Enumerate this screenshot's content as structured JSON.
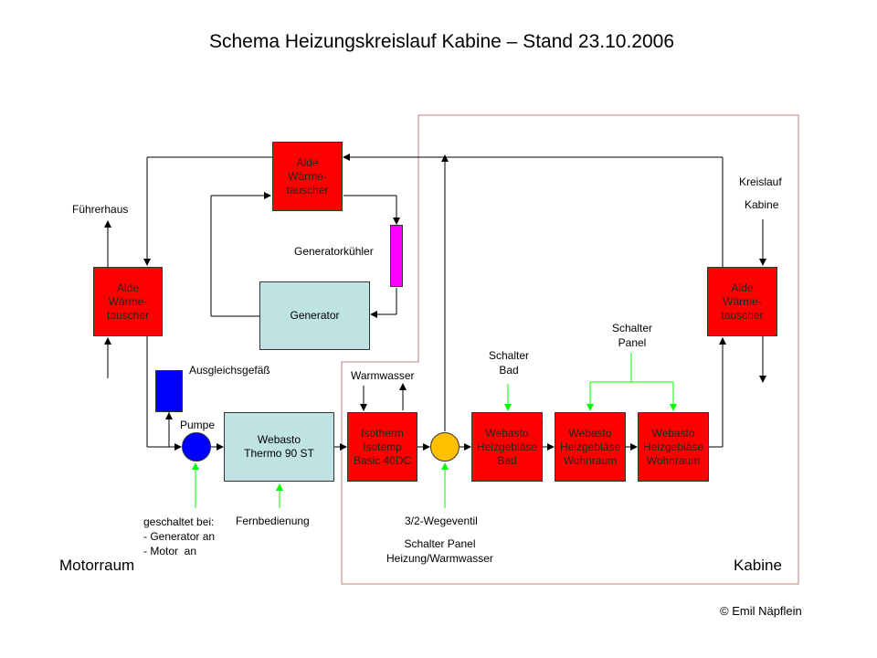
{
  "title": "Schema Heizungskreislauf Kabine – Stand 23.10.2006",
  "colors": {
    "heat_exchanger": "#ff0000",
    "webasto_thermo": "#bfe3e3",
    "generator": "#bfe3e3",
    "generator_cooler": "#ff00ff",
    "expansion_tank": "#0000ff",
    "pump": "#0000ff",
    "valve": "#ffc000",
    "control_arrows": "#00ff00",
    "flow_arrows": "#000000",
    "cabin_border": "#c08080"
  },
  "boxes": {
    "alde_top": "Alde\nWärme-\ntauscher",
    "alde_left": "Alde\nWärme-\ntauscher",
    "alde_right": "Alde\nWärme-\ntauscher",
    "generator": "Generator",
    "webasto_thermo": "Webasto\nThermo 90 ST",
    "isotherm": "Isotherm\nIsotemp\nBasic 40DC",
    "heater_bad": "Webasto\nHeizgebläse\nBad",
    "heater_wohn1": "Webasto\nHeizgebläse\nWohnraum",
    "heater_wohn2": "Webasto\nHeizgebläse\nWohnraum"
  },
  "labels": {
    "fuehrerhaus": "Führerhaus",
    "generatorkuehler": "Generatorkühler",
    "ausgleichsgefaess": "Ausgleichsgefäß",
    "pumpe": "Pumpe",
    "warmwasser": "Warmwasser",
    "schalter_bad": "Schalter\nBad",
    "schalter_panel": "Schalter\nPanel",
    "kreislauf": "Kreislauf",
    "kabine_circuit": "Kabine",
    "geschaltet": "geschaltet bei:\n- Generator an\n- Motor  an",
    "fernbedienung": "Fernbedienung",
    "wegeventil": "3/2-Wegeventil",
    "schalter_panel_heizung": "Schalter Panel\nHeizung/Warmwasser",
    "motorraum": "Motorraum",
    "kabine": "Kabine",
    "copyright": "© Emil Näpflein"
  }
}
